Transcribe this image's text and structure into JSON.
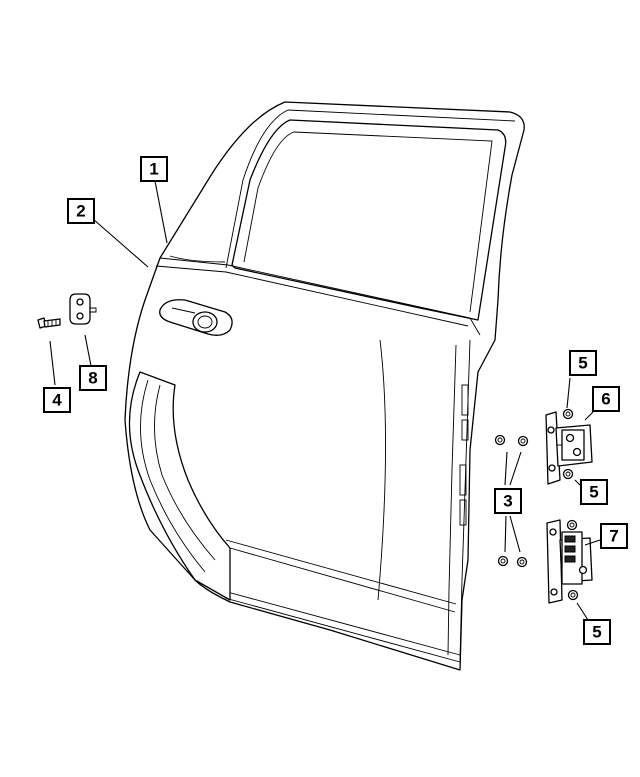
{
  "callouts": {
    "c1": "1",
    "c2": "2",
    "c3": "3",
    "c4": "4",
    "c5a": "5",
    "c5b": "5",
    "c5c": "5",
    "c6": "6",
    "c7": "7",
    "c8": "8"
  },
  "colors": {
    "line": "#000000",
    "background": "#ffffff"
  }
}
